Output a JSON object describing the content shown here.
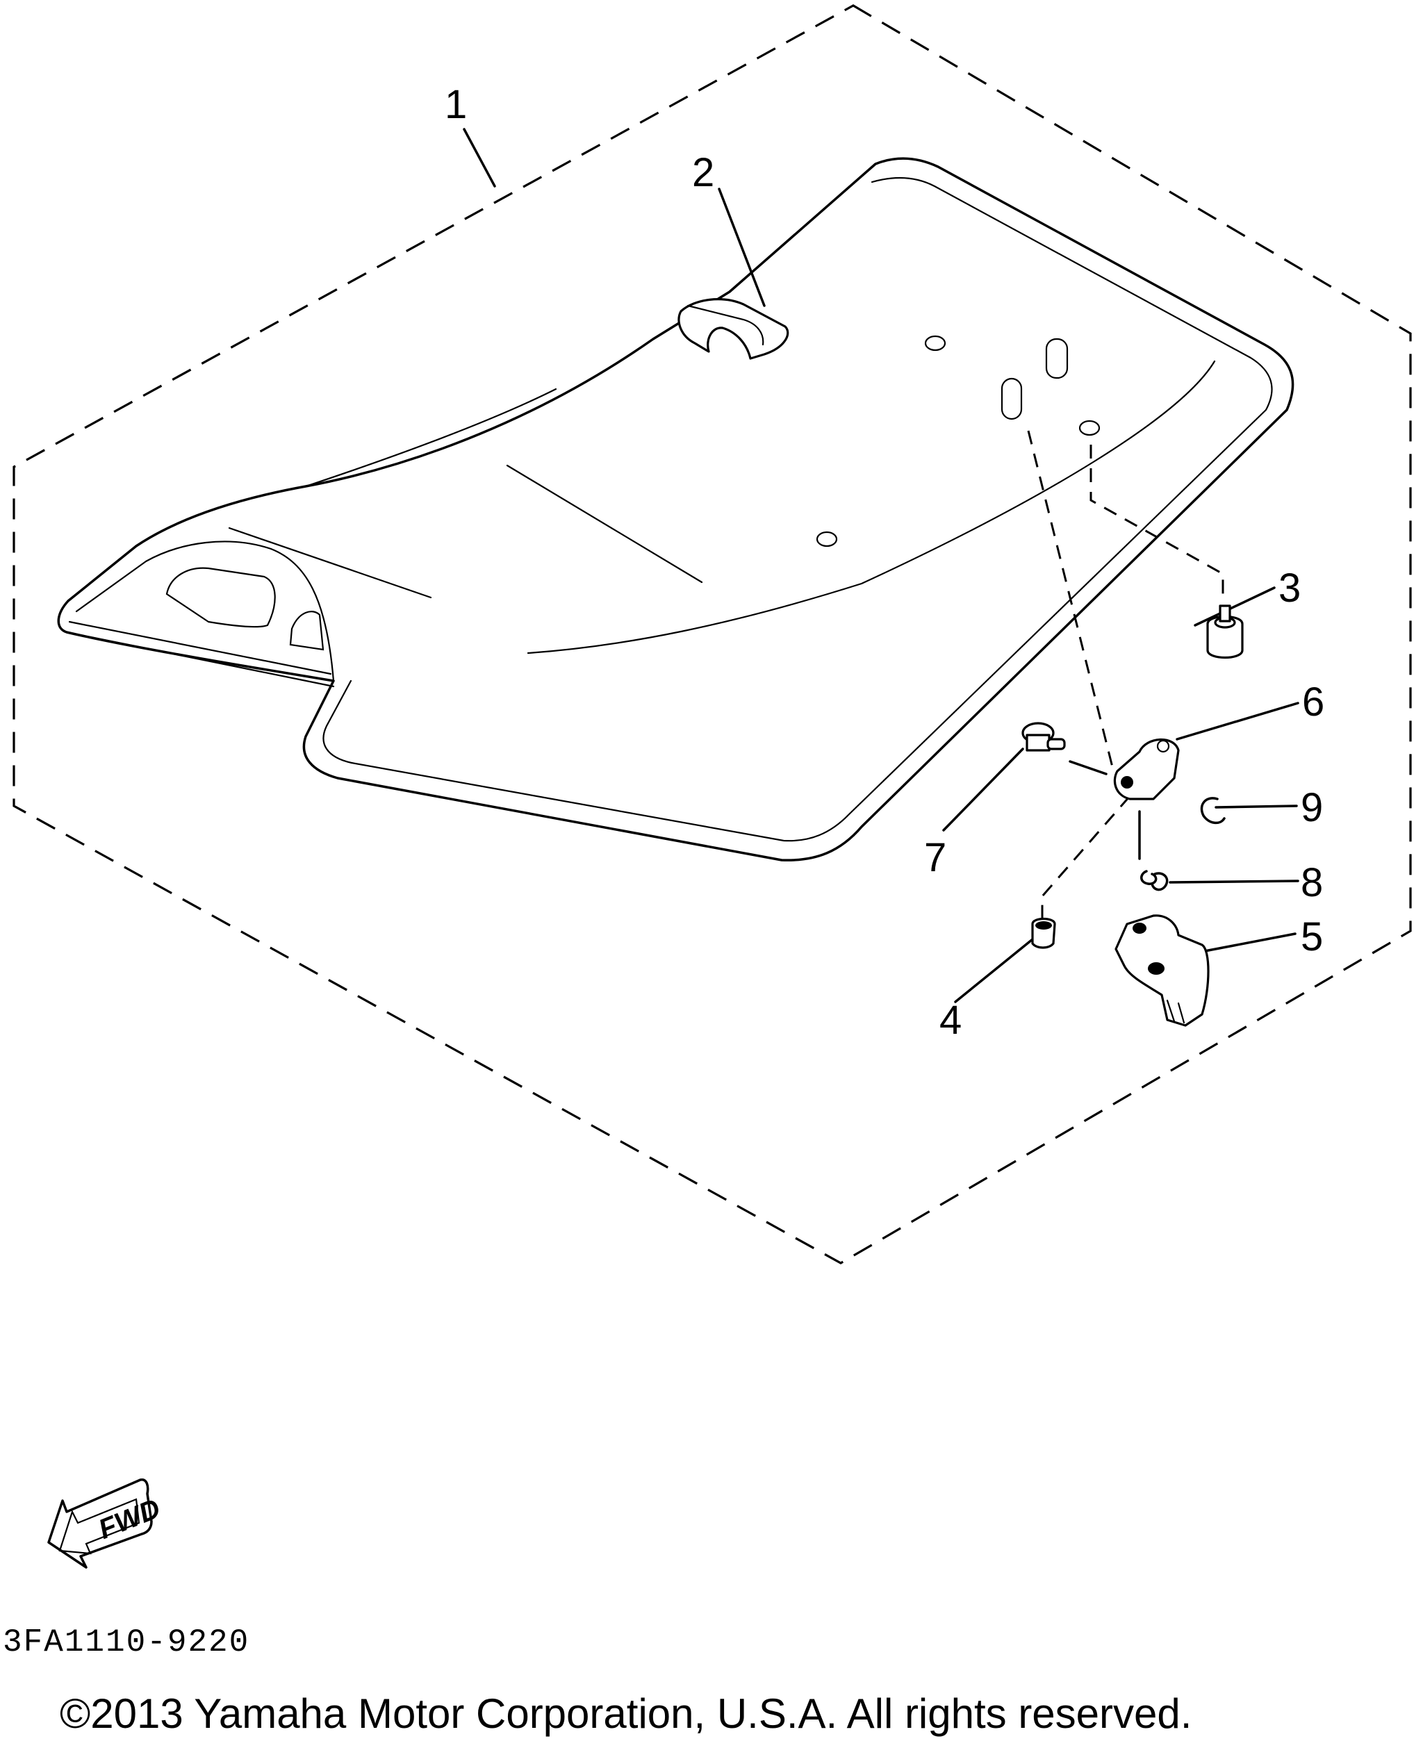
{
  "callouts": [
    "1",
    "2",
    "3",
    "4",
    "5",
    "6",
    "7",
    "8",
    "9"
  ],
  "fwd_label": "FWD",
  "ref_code": "3FA1110-9220",
  "copyright": "©2013 Yamaha Motor Corporation, U.S.A. All rights reserved."
}
